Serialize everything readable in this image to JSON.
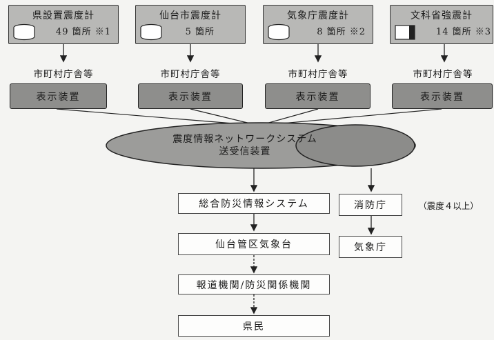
{
  "sources": [
    {
      "title": "県設置震度計",
      "count": "49 箇所 ※1"
    },
    {
      "title": "仙台市震度計",
      "count": "5 箇所"
    },
    {
      "title": "気象庁震度計",
      "count": "8 箇所 ※2"
    },
    {
      "title": "文科省強震計",
      "count": "14 箇所 ※3"
    }
  ],
  "office_label": "市町村庁舎等",
  "display_label": "表示装置",
  "network": {
    "line1": "震度情報ネットワークシステム",
    "line2": "送受信装置"
  },
  "flow": {
    "disaster_system": "総合防災情報システム",
    "sendai_office": "仙台管区気象台",
    "media": "報道機関/防災関係機関",
    "citizens": "県民",
    "fire_agency": "消防庁",
    "fire_note": "（震度４以上）",
    "jma": "気象庁"
  }
}
